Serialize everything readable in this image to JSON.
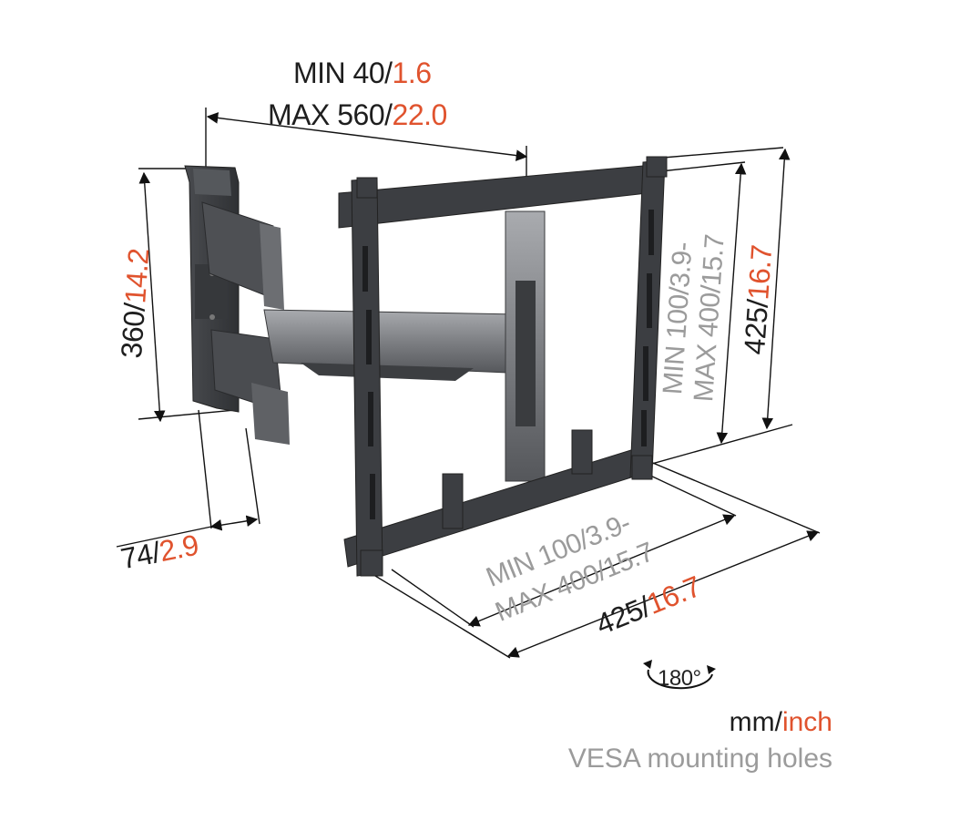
{
  "dimensions": {
    "arm_extension": {
      "min_mm": "MIN 40/",
      "min_in": "1.6",
      "max_mm": "MAX 560/",
      "max_in": "22.0"
    },
    "wall_plate_height": {
      "mm": "360/",
      "in": "14.2"
    },
    "wall_depth": {
      "mm": "74/",
      "in": "2.9"
    },
    "vesa_vertical": {
      "line1": "MIN 100/3.9-",
      "line2": "MAX 400/15.7"
    },
    "plate_height": {
      "mm": "425/",
      "in": "16.7"
    },
    "vesa_horizontal": {
      "line1": "MIN 100/3.9-",
      "line2": "MAX 400/15.7"
    },
    "plate_width": {
      "mm": "425/",
      "in": "16.7"
    }
  },
  "rotation": {
    "label": "180°"
  },
  "legend": {
    "mm": "mm/",
    "inch": "inch",
    "vesa": "VESA mounting holes"
  },
  "colors": {
    "accent": "#e0532e",
    "gray_text": "#9b9b9b",
    "dark": "#1e1e1e",
    "metal": "#3b3d40",
    "silver": "#8d8f93"
  }
}
